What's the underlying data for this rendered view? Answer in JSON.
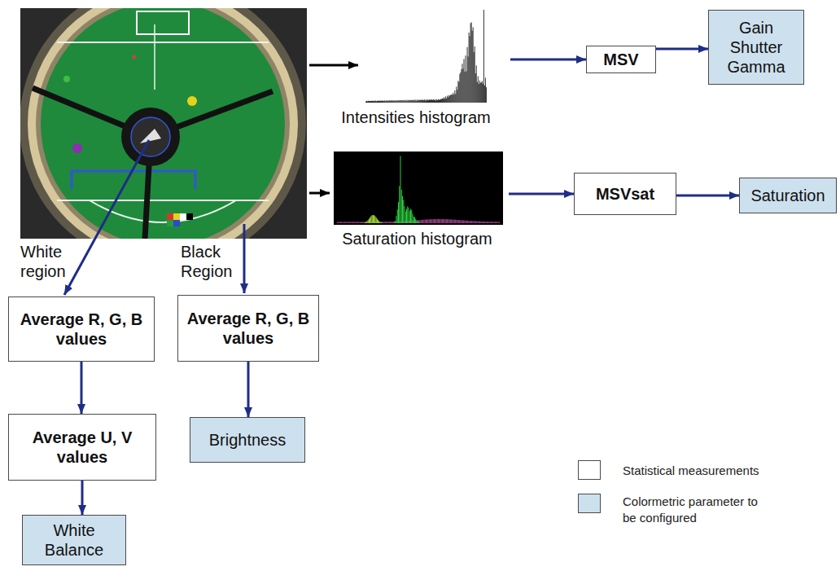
{
  "diagram": {
    "nodes": [
      {
        "text": [
          "Intensities histogram"
        ]
      },
      {
        "text": [
          "MSV"
        ]
      },
      {
        "text": [
          "Gain Shutter Gamma"
        ]
      },
      {
        "text": [
          "Saturation histogram"
        ]
      },
      {
        "text": [
          "MSVsat"
        ]
      },
      {
        "text": [
          "Saturation"
        ]
      },
      {
        "text": [
          "Average R, G, B values"
        ]
      },
      {
        "text": [
          "Average R, G, B values"
        ]
      },
      {
        "text": [
          "Average U, V values"
        ]
      },
      {
        "text": [
          "Brightness"
        ]
      },
      {
        "text": [
          "White Balance"
        ]
      }
    ],
    "edges": [
      {
        "from": 0,
        "to": 1,
        "arrow": "to"
      },
      {
        "from": 1,
        "to": 2,
        "arrow": "to"
      },
      {
        "from": 3,
        "to": 4,
        "arrow": "to"
      },
      {
        "from": 4,
        "to": 5,
        "arrow": "to"
      },
      {
        "from": 6,
        "to": 8,
        "arrow": "to"
      },
      {
        "from": 8,
        "to": 10,
        "arrow": "to"
      },
      {
        "from": 7,
        "to": 9,
        "arrow": "to"
      }
    ],
    "labels": [
      "White region",
      "Black Region"
    ],
    "legend": [
      {
        "text": "Statistical measurements",
        "color": "#ffffff"
      },
      {
        "text": "Colormetric parameter to be configured",
        "color": "#cde0ee"
      }
    ]
  }
}
